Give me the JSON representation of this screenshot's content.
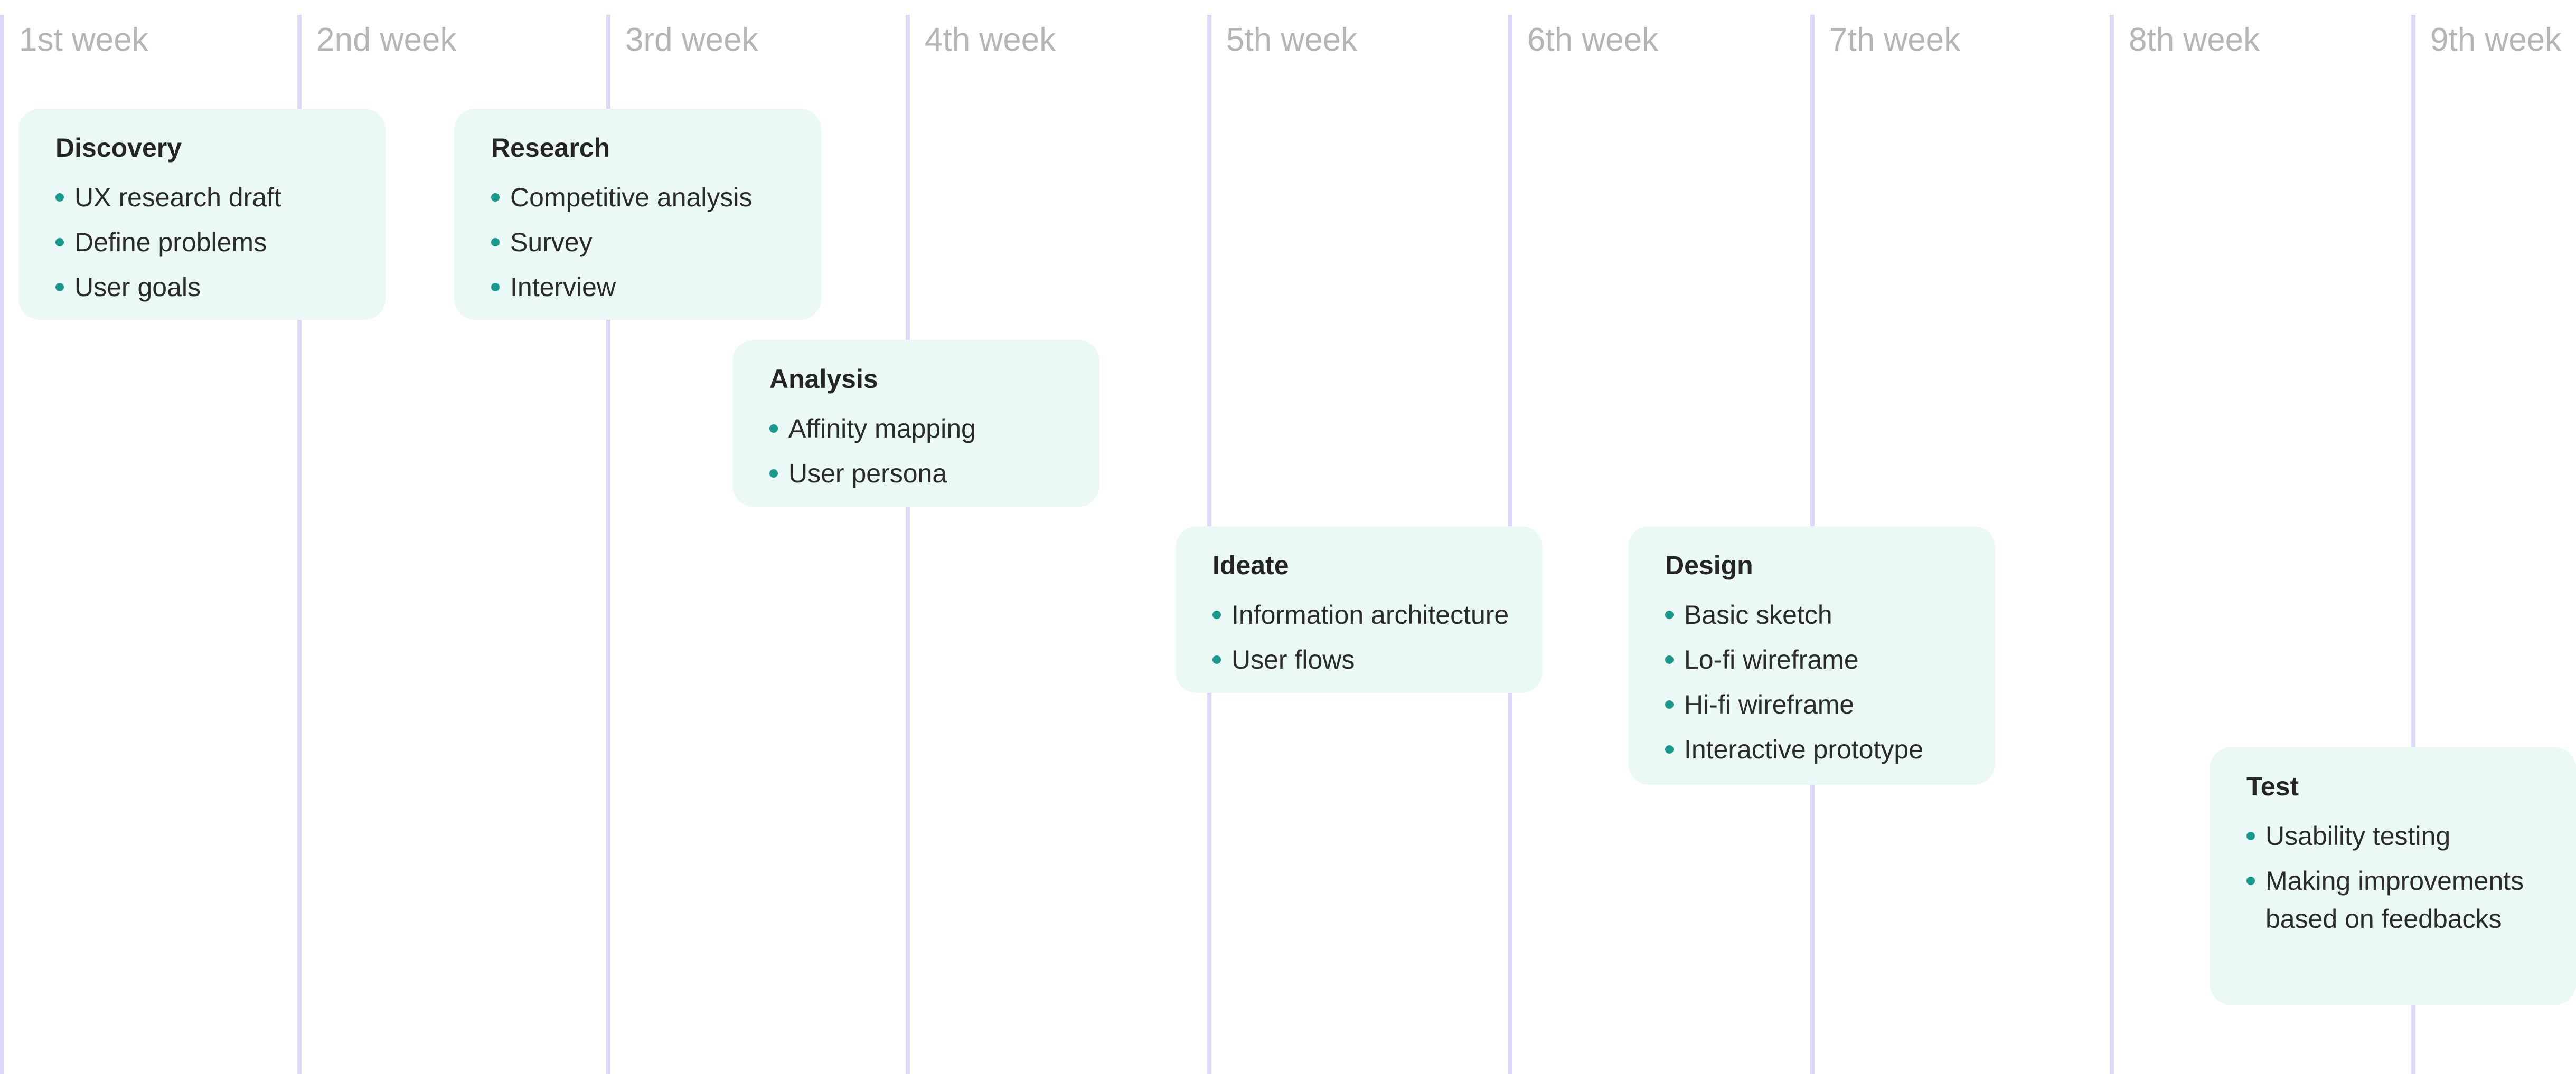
{
  "colors": {
    "background": "#ffffff",
    "week_line": "#dcd9f8",
    "week_label": "#b5b5b5",
    "card_background": "#eaf8f6",
    "card_title": "#252525",
    "card_text": "#2b2b2b",
    "bullet": "#17998c"
  },
  "timeline": {
    "weeks": [
      "1st week",
      "2nd week",
      "3rd week",
      "4th week",
      "5th week",
      "6th week",
      "7th week",
      "8th week",
      "9th week"
    ],
    "phases": [
      {
        "title": "Discovery",
        "items": [
          "UX research draft",
          "Define problems",
          "User goals"
        ]
      },
      {
        "title": "Research",
        "items": [
          "Competitive analysis",
          "Survey",
          "Interview"
        ]
      },
      {
        "title": "Analysis",
        "items": [
          "Affinity mapping",
          "User persona"
        ]
      },
      {
        "title": "Ideate",
        "items": [
          "Information architecture",
          "User flows"
        ]
      },
      {
        "title": "Design",
        "items": [
          "Basic sketch",
          "Lo-fi wireframe",
          "Hi-fi wireframe",
          "Interactive prototype"
        ]
      },
      {
        "title": "Test",
        "items": [
          "Usability testing",
          "Making improvements based on feedbacks"
        ]
      }
    ]
  }
}
